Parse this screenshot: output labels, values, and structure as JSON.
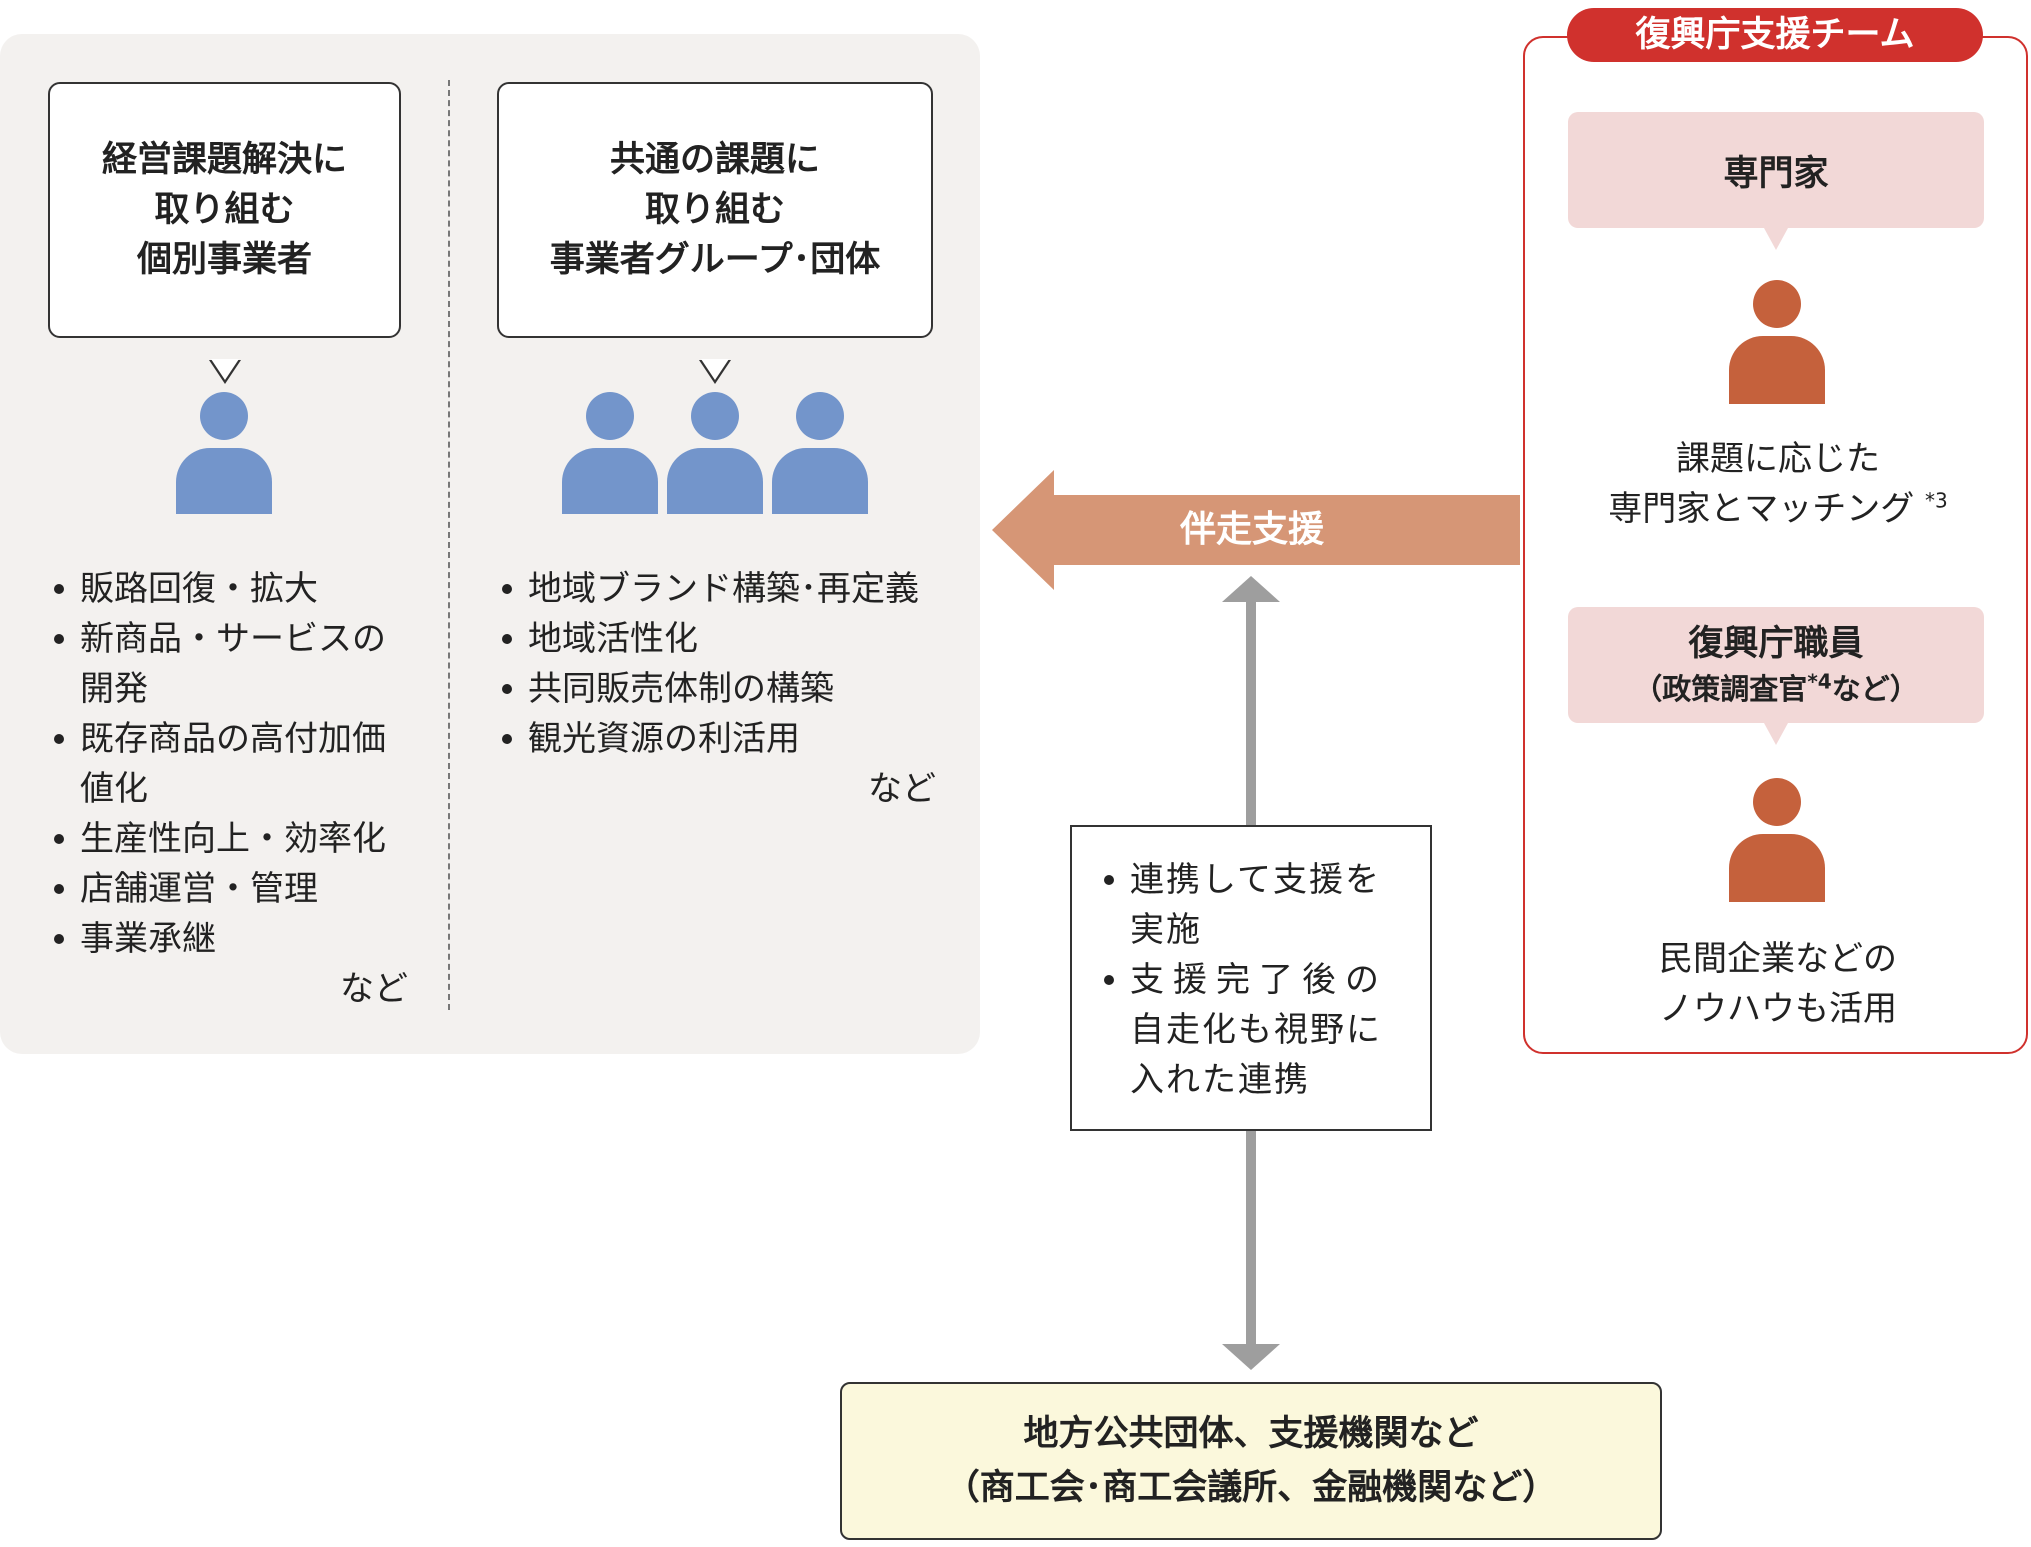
{
  "left_panel": {
    "individual": {
      "bubble_lines": [
        "経営課題解決に",
        "取り組む",
        "個別事業者"
      ],
      "items": [
        {
          "line1": "販路回復・拡大",
          "line2": ""
        },
        {
          "line1": "新商品・サービスの",
          "line2": "開発"
        },
        {
          "line1": "既存商品の高付加価",
          "line2": "値化"
        },
        {
          "line1": "生産性向上・効率化",
          "line2": ""
        },
        {
          "line1": "店舗運営・管理",
          "line2": ""
        },
        {
          "line1": "事業承継",
          "line2": ""
        }
      ],
      "etc": "など"
    },
    "group": {
      "bubble_lines": [
        "共通の課題に",
        "取り組む",
        "事業者グループ･団体"
      ],
      "items": [
        "地域ブランド構築･再定義",
        "地域活性化",
        "共同販売体制の構築",
        "観光資源の利活用"
      ],
      "etc": "など"
    }
  },
  "arrow": {
    "label": "伴走支援"
  },
  "cooperation": {
    "items": [
      {
        "line1": "連携して支援を",
        "line2": "実施",
        "line3": ""
      },
      {
        "line1": "支援完了後の",
        "line2": "自走化も視野に",
        "line3": "入れた連携"
      }
    ]
  },
  "bottom": {
    "line1": "地方公共団体、支援機関など",
    "line2": "（商工会･商工会議所、金融機関など）"
  },
  "right_panel": {
    "team_label": "復興庁支援チーム",
    "expert": {
      "title": "専門家",
      "desc_line1": "課題に応じた",
      "desc_line2": "専門家とマッチング",
      "note": "*3"
    },
    "staff": {
      "title": "復興庁職員",
      "subtitle_before": "（政策調査官",
      "note": "*4",
      "subtitle_after": "など）",
      "desc_line1": "民間企業などの",
      "desc_line2": "ノウハウも活用"
    }
  },
  "colors": {
    "panel_bg": "#f3f1ef",
    "person_blue": "#7395cb",
    "person_red": "#c5613c",
    "arrow": "#d69676",
    "team_red": "#d0312d",
    "pink_box": "#f2d8d7",
    "bottom_box": "#fbf8dc",
    "connector_grey": "#9e9e9e"
  }
}
